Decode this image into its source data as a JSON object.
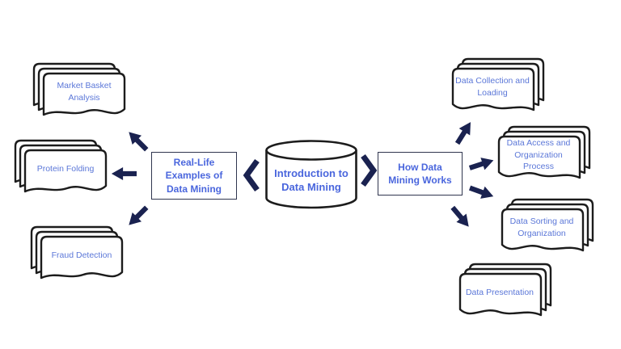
{
  "title": "Introduction to Data Mining concept diagram",
  "colors": {
    "background": "#ffffff",
    "accent_blue": "#4a66dd",
    "doc_text_blue": "#5b77d8",
    "arrow_navy": "#1a2250",
    "outline_black": "#1c1c1c"
  },
  "icons": {
    "center": "database-cylinder",
    "documents": "multidocument-pages",
    "branch_arrows": "block-arrow",
    "left_pointer": "chevron-left",
    "right_pointer": "chevron-right"
  },
  "center": {
    "label": "Introduction to Data Mining"
  },
  "left_branch": {
    "box_label": "Real-Life Examples of Data Mining",
    "docs": [
      {
        "label": "Market Basket Analysis"
      },
      {
        "label": "Protein Folding"
      },
      {
        "label": "Fraud Detection"
      }
    ]
  },
  "right_branch": {
    "box_label": "How Data Mining Works",
    "docs": [
      {
        "label": "Data Collection and Loading"
      },
      {
        "label": "Data Access and Organization Process"
      },
      {
        "label": "Data Sorting and Organization"
      },
      {
        "label": "Data Presentation"
      }
    ]
  }
}
